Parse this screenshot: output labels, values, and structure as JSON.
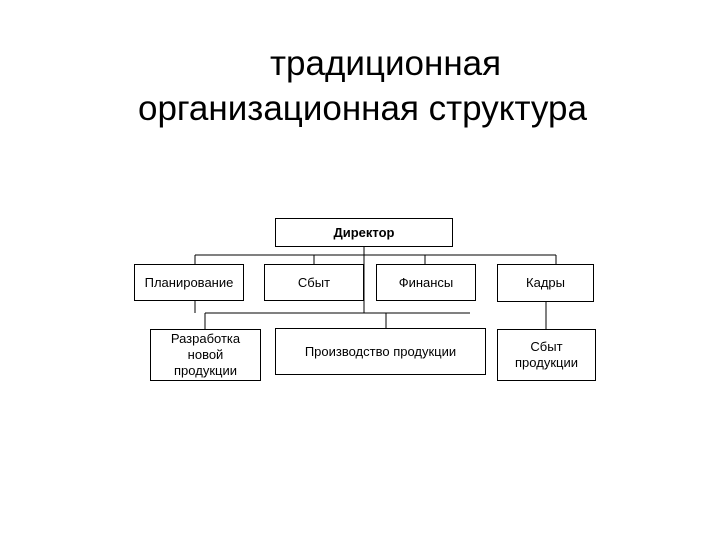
{
  "title": {
    "line1": "традиционная",
    "line2": "организационная структура"
  },
  "org_chart": {
    "root": {
      "label": "Директор"
    },
    "level1": [
      {
        "id": "planning",
        "label": "Планирование"
      },
      {
        "id": "sales",
        "label": "Сбыт"
      },
      {
        "id": "finance",
        "label": "Финансы"
      },
      {
        "id": "hr",
        "label": "Кадры"
      }
    ],
    "level2": [
      {
        "id": "new-product-dev",
        "parent": "planning",
        "label": "Разработка новой продукции"
      },
      {
        "id": "production",
        "parent": "root",
        "label": "Производство продукции"
      },
      {
        "id": "product-sales",
        "parent": "hr",
        "label": "Сбыт продукции"
      }
    ]
  }
}
